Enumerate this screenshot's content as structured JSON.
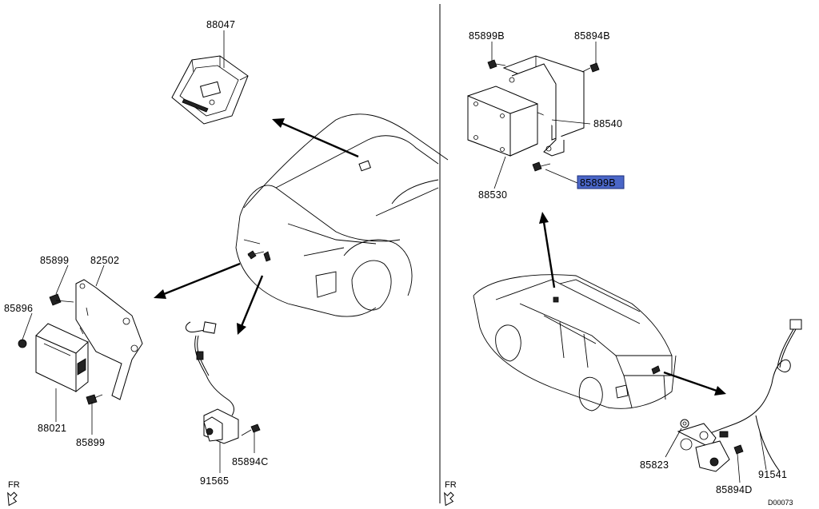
{
  "parts": {
    "p88047": "88047",
    "p82502": "82502",
    "p85899_a": "85899",
    "p85896": "85896",
    "p88021": "88021",
    "p85899_b": "85899",
    "p91565": "91565",
    "p85894C": "85894C",
    "p85899B_a": "85899B",
    "p85894B": "85894B",
    "p88540": "88540",
    "p85899B_hl": "85899B",
    "p88530": "88530",
    "p85823": "85823",
    "p85894D": "85894D",
    "p91541": "91541"
  },
  "orientation": {
    "left": "FR",
    "right": "FR"
  },
  "diagram_code": "D00073",
  "colors": {
    "highlight": "#4a66c7",
    "line": "#000000",
    "background": "#ffffff"
  }
}
